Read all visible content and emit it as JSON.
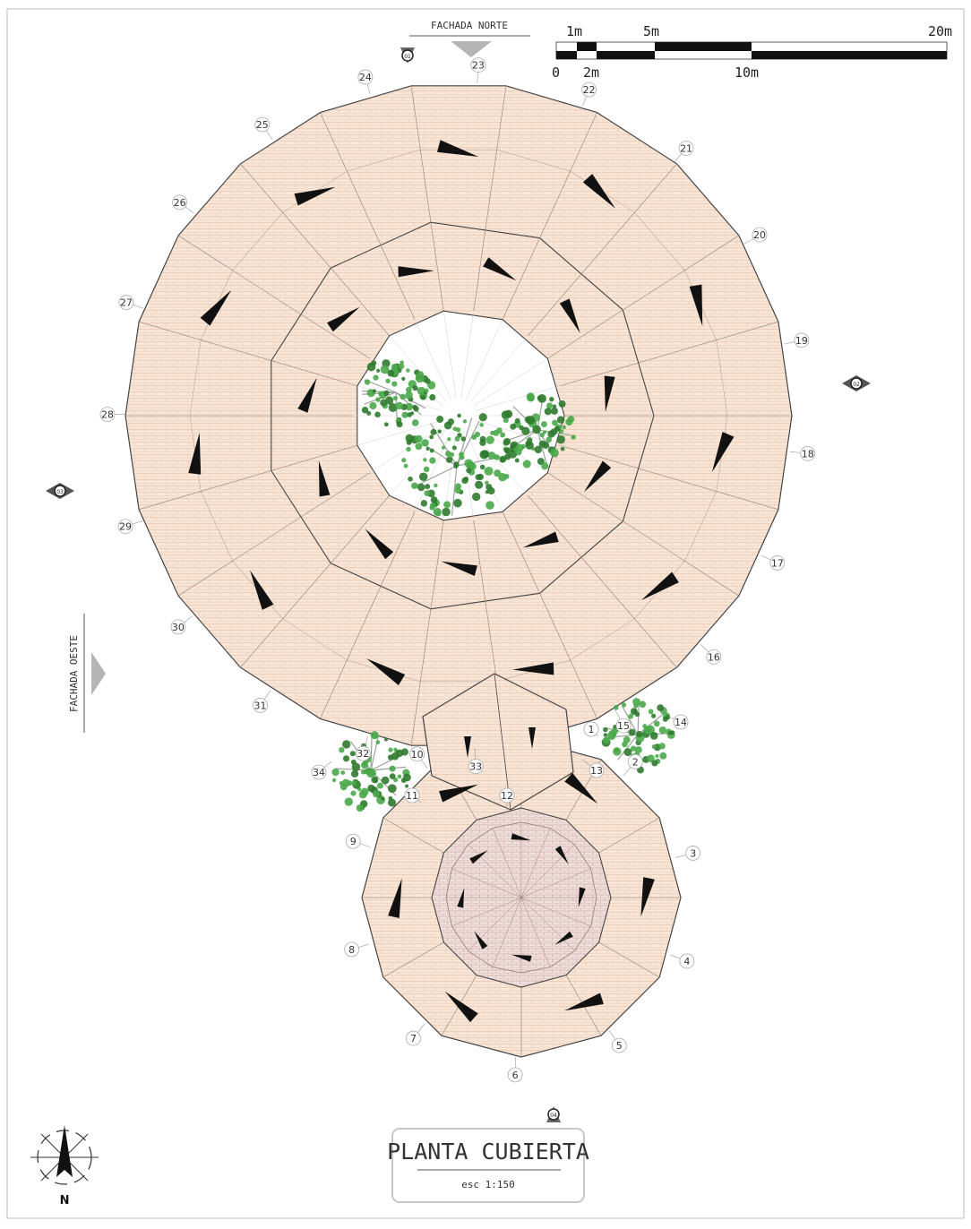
{
  "sheet": {
    "title": "PLANTA CUBIERTA",
    "scale_text": "esc 1:150",
    "north_letter": "N"
  },
  "elevations": {
    "north": "FACHADA NORTE",
    "west": "FACHADA OESTE"
  },
  "scale_bar": {
    "top_labels": [
      "1m",
      "5m",
      "20m"
    ],
    "bottom_labels": [
      "0",
      "2m",
      "10m"
    ]
  },
  "section_markers": [
    "01",
    "02",
    "03",
    "04"
  ],
  "axis_labels": {
    "big": [
      "13",
      "14",
      "15",
      "16",
      "17",
      "18",
      "19",
      "20",
      "21",
      "22",
      "23",
      "24",
      "25",
      "26",
      "27",
      "28",
      "29",
      "30",
      "31",
      "32",
      "33",
      "34"
    ],
    "small": [
      "1",
      "2",
      "3",
      "4",
      "5",
      "6",
      "7",
      "8",
      "9",
      "10",
      "11",
      "12"
    ]
  },
  "colors": {
    "roof_fill": "#f7e6d8",
    "roof_grid": "#e9b99a",
    "inner_roof_fill": "#efe0dc",
    "inner_roof_grid": "#c79a9a",
    "outline": "#444444",
    "skylight": "#111111",
    "tree_green": "#4aa84a",
    "tree_dark": "#2f7a2f"
  }
}
